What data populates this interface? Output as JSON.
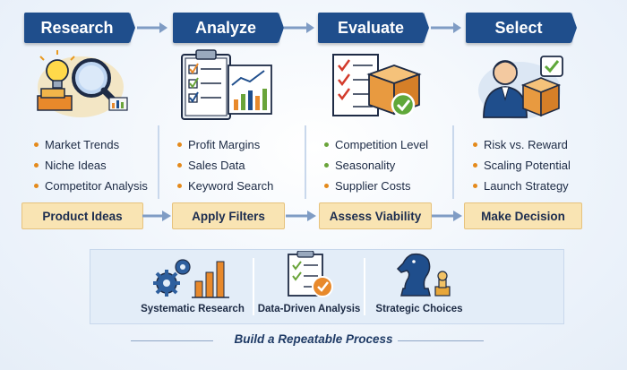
{
  "stages": [
    {
      "title": "Research",
      "items": [
        "Market Trends",
        "Niche Ideas",
        "Competitor Analysis"
      ],
      "result": "Product Ideas"
    },
    {
      "title": "Analyze",
      "items": [
        "Profit Margins",
        "Sales Data",
        "Keyword Search"
      ],
      "result": "Apply Filters"
    },
    {
      "title": "Evaluate",
      "items": [
        "Competition Level",
        "Seasonality",
        "Supplier Costs"
      ],
      "result": "Assess Viability"
    },
    {
      "title": "Select",
      "items": [
        "Risk vs. Reward",
        "Scaling Potential",
        "Launch Strategy"
      ],
      "result": "Make Decision"
    }
  ],
  "principles": [
    "Systematic Research",
    "Data-Driven Analysis",
    "Strategic Choices"
  ],
  "footer": "Build a Repeatable Process",
  "colors": {
    "header_blue": "#1f4e8c",
    "result_fill": "#f9e4b3",
    "bullet_orange": "#e48a1c",
    "bullet_green": "#6aa43a",
    "arrow": "#7f9cc4"
  },
  "icons": [
    "lightbulb-magnifier-icon",
    "clipboard-chart-icon",
    "checklist-box-icon",
    "person-box-check-icon",
    "gears-bar-chart-icon",
    "checklist-check-icon",
    "chess-knight-icon"
  ]
}
